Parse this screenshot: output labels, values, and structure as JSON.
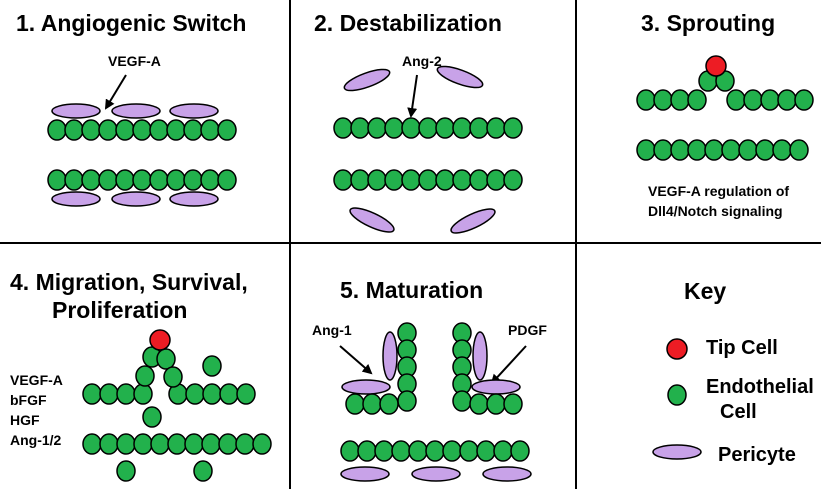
{
  "panels": {
    "p1": {
      "title": "1. Angiogenic Switch",
      "annotation": "VEGF-A"
    },
    "p2": {
      "title": "2. Destabilization",
      "annotation": "Ang-2"
    },
    "p3": {
      "title": "3. Sprouting",
      "caption_line1": "VEGF-A regulation of",
      "caption_line2": "Dll4/Notch signaling"
    },
    "p4": {
      "title_line1": "4. Migration, Survival,",
      "title_line2": "Proliferation",
      "factors": [
        "VEGF-A",
        "bFGF",
        "HGF",
        "Ang-1/2"
      ]
    },
    "p5": {
      "title": "5. Maturation",
      "annotation_left": "Ang-1",
      "annotation_right": "PDGF"
    },
    "key": {
      "title": "Key",
      "tip_cell": "Tip Cell",
      "endothelial_line1": "Endothelial",
      "endothelial_line2": "Cell",
      "pericyte": "Pericyte"
    }
  },
  "colors": {
    "endothelial_fill": "#22b14c",
    "tip_cell_fill": "#ed1c24",
    "pericyte_fill": "#c8a2e8",
    "outline": "#000000",
    "grid_line": "#000000"
  }
}
